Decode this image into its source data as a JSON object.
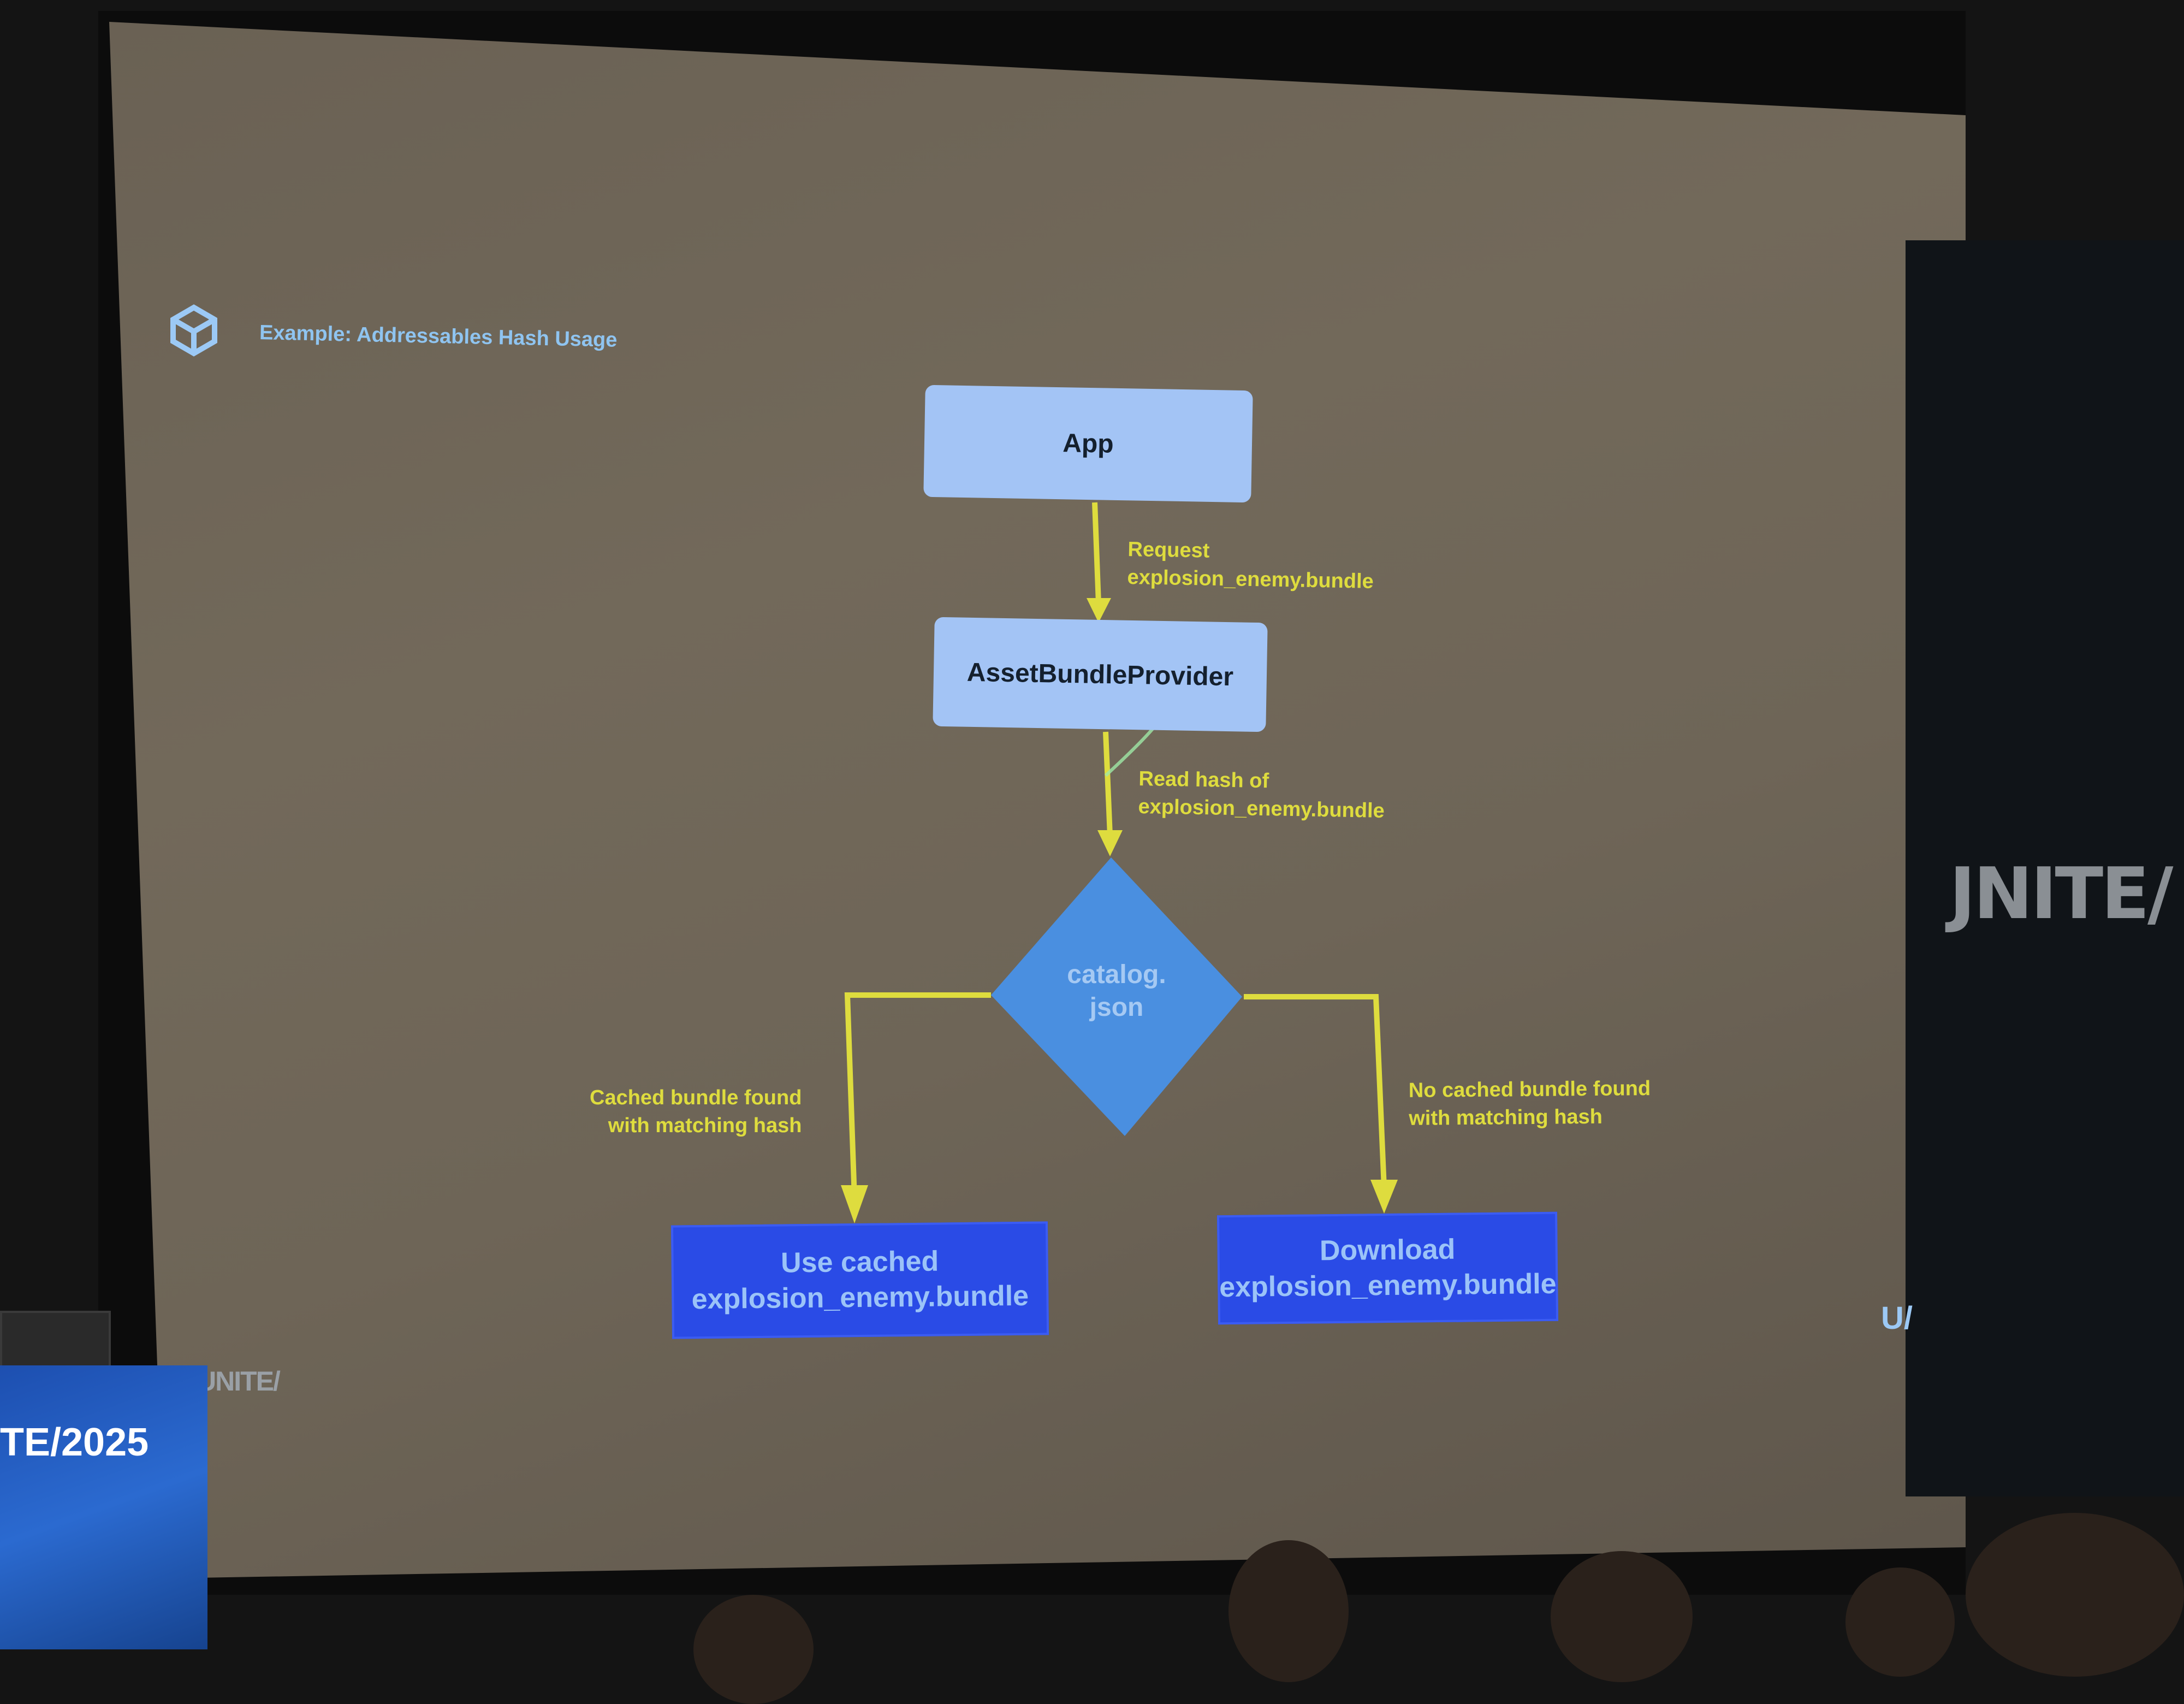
{
  "slide": {
    "title": "Example: Addressables Hash Usage",
    "corner_logo": "U/",
    "bottom_logo": "UNITE/"
  },
  "environment": {
    "banner_text": "JNITE/ S",
    "podium_text": "TE/2025"
  },
  "diagram": {
    "nodes": {
      "app": "App",
      "provider": "AssetBundleProvider",
      "catalog_line1": "catalog.",
      "catalog_line2": "json",
      "use_cached_line1": "Use cached",
      "use_cached_line2": "explosion_enemy.bundle",
      "download_line1": "Download",
      "download_line2": "explosion_enemy.bundle"
    },
    "edges": {
      "request_line1": "Request",
      "request_line2": "explosion_enemy.bundle",
      "read_hash_line1": "Read hash of",
      "read_hash_line2": "explosion_enemy.bundle",
      "cached_found_line1": "Cached bundle found",
      "cached_found_line2": "with matching hash",
      "no_cached_line1": "No cached bundle found",
      "no_cached_line2": "with matching hash"
    },
    "colors": {
      "light_box": "#a3c4f5",
      "dark_box": "#2a4be6",
      "diamond": "#4a8fe0",
      "arrow": "#dedc3e"
    }
  }
}
